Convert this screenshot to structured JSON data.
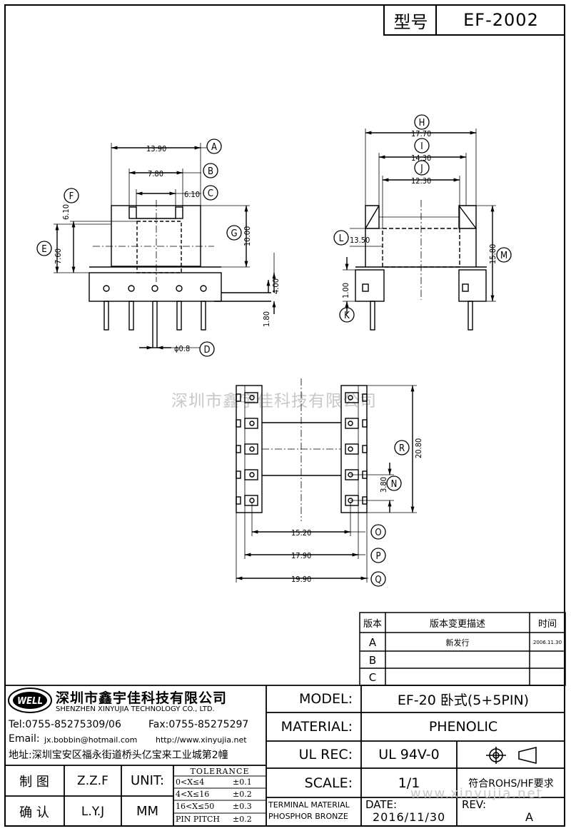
{
  "header": {
    "type_label": "型号",
    "model_code": "EF-2002"
  },
  "front_view": {
    "dims": {
      "a": "13.90",
      "b": "7.80",
      "c": "6.10",
      "f": "6.10",
      "e": "7.60",
      "g": "10.00",
      "h_right": "4.00",
      "pin": "1.80",
      "d": "ϕ0.8"
    },
    "callouts": {
      "a": "A",
      "b": "B",
      "c": "C",
      "d": "D",
      "e": "E",
      "f": "F",
      "g": "G"
    }
  },
  "side_view": {
    "dims": {
      "h": "17.70",
      "i": "14.30",
      "j": "12.30",
      "l": "13.50",
      "m": "15.80",
      "k": "1.00"
    },
    "callouts": {
      "h": "H",
      "i": "I",
      "j": "J",
      "l": "L",
      "m": "M",
      "k": "K"
    }
  },
  "bottom_view": {
    "dims": {
      "r": "20.80",
      "n": "3.80",
      "o": "15.20",
      "p": "17.90",
      "q": "19.90"
    },
    "callouts": {
      "r": "R",
      "n": "N",
      "o": "O",
      "p": "P",
      "q": "Q"
    }
  },
  "watermark": "深圳市鑫宇佳科技有限公司",
  "watermark_url": "www.xinyujia.net",
  "revision_table": {
    "headers": {
      "version": "版本",
      "description": "版本变更描述",
      "time": "时间"
    },
    "rows": [
      {
        "version": "A",
        "description": "新发行",
        "time": "2006.11.30"
      },
      {
        "version": "B",
        "description": "",
        "time": ""
      },
      {
        "version": "C",
        "description": "",
        "time": ""
      }
    ]
  },
  "company": {
    "logo_text": "WELL",
    "name_cn": "深圳市鑫宇佳科技有限公司",
    "name_en": "SHENZHEN XINYUJIA TECHNOLOGY CO., LTD.",
    "tel": "Tel:0755-85275309/06",
    "fax": "Fax:0755-85275297",
    "email_label": "Email:",
    "email": "jx.bobbin@hotmail.com",
    "website": "http://www.xinyujia.net",
    "address": "地址:深圳宝安区福永街道桥头亿宝来工业城第2幢"
  },
  "title_block": {
    "drawn_label": "制 图",
    "drawn_by": "Z.Z.F",
    "checked_label": "确 认",
    "checked_by": "L.Y.J",
    "unit_label": "UNIT:",
    "unit_value": "MM",
    "tolerance_title": "TOLERANCE",
    "tolerances": [
      {
        "range": "0<X≤4",
        "value": "±0.1"
      },
      {
        "range": "4<X≤16",
        "value": "±0.2"
      },
      {
        "range": "16<X≤50",
        "value": "±0.3"
      },
      {
        "range": "PIN PITCH",
        "value": "±0.2"
      }
    ],
    "model_label": "MODEL:",
    "model_value": "EF-20 卧式(5+5PIN)",
    "material_label": "MATERIAL:",
    "material_value": "PHENOLIC",
    "ulrec_label": "UL REC:",
    "ulrec_value": "UL 94V-0",
    "scale_label": "SCALE:",
    "scale_value": "1/1",
    "rohs": "符合ROHS/HF要求",
    "terminal_material_1": "TERMINAL MATERIAL",
    "terminal_material_2": "PHOSPHOR BRONZE",
    "date_label": "DATE:",
    "date_value": "2016/11/30",
    "rev_label": "REV:",
    "rev_value": "A"
  }
}
